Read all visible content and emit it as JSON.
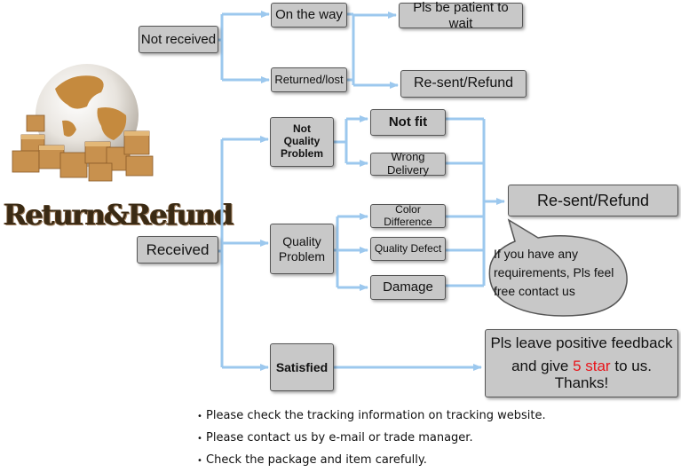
{
  "logo": {
    "text": "Return&Refund"
  },
  "nodes": {
    "not_received": "Not received",
    "on_the_way": "On the way",
    "returned_lost": "Returned/lost",
    "pls_wait": "Pls be patient to wait",
    "resent_refund_top": "Re-sent/Refund",
    "received": "Received",
    "not_quality_problem": "Not Quality Problem",
    "not_fit": "Not fit",
    "wrong_delivery": "Wrong Delivery",
    "quality_problem": "Quality Problem",
    "color_difference": "Color Difference",
    "quality_defect": "Quality Defect",
    "damage": "Damage",
    "resent_refund": "Re-sent/Refund",
    "satisfied": "Satisfied"
  },
  "bubble": {
    "text": "If you have any requirements, Pls feel free contact us"
  },
  "feedback": {
    "line1": "Pls leave positive feedback",
    "line2_pre": "and give",
    "highlight": "5 star",
    "line2_post": "to us. Thanks!"
  },
  "notes": [
    "Please check the tracking information on tracking website.",
    "Please contact us by e-mail or trade manager.",
    "Check the package and item carefully."
  ],
  "colors": {
    "arrow": "#9cc8ee",
    "box": "#c8c8c8",
    "highlight": "#e8141a"
  }
}
